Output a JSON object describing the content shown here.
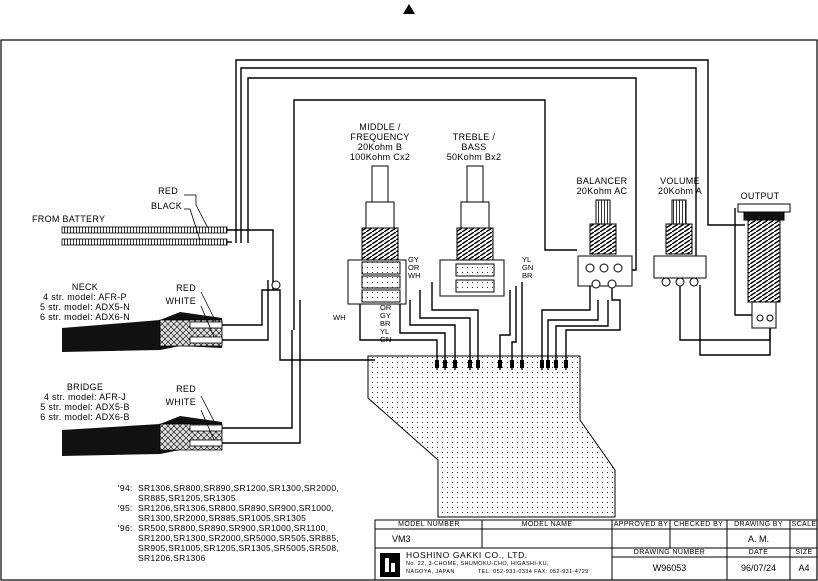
{
  "pots": {
    "middle": {
      "line1": "MIDDLE /",
      "line2": "FREQUENCY",
      "line3": "20Kohm B",
      "line4": "100Kohm Cx2"
    },
    "treble": {
      "line1": "TREBLE /",
      "line2": "BASS",
      "line3": "50Kohm Bx2"
    },
    "balancer": {
      "line1": "BALANCER",
      "line2": "20Kohm AC"
    },
    "volume": {
      "line1": "VOLUME",
      "line2": "20Kohm A"
    },
    "output": "OUTPUT"
  },
  "battery": {
    "red": "RED",
    "black": "BLACK",
    "label": "FROM BATTERY"
  },
  "neck": {
    "title": "NECK",
    "m4": "4 str. model: AFR-P",
    "m5": "5 str. model: ADX5-N",
    "m6": "6 str. model: ADX6-N",
    "red": "RED",
    "white": "WHITE"
  },
  "bridge": {
    "title": "BRIDGE",
    "m4": "4 str. model: AFR-J",
    "m5": "5 str. model: ADX5-B",
    "m6": "6 str. model: ADX6-B",
    "red": "RED",
    "white": "WHITE"
  },
  "wires": {
    "mid_left": [
      "GY",
      "OR",
      "WH"
    ],
    "treble_right": [
      "YL",
      "GN",
      "BR"
    ],
    "mid_bottom": [
      "OR",
      "GY",
      "BR",
      "YL",
      "GN"
    ],
    "wh": "WH"
  },
  "models": [
    {
      "year": "'94:",
      "list": "SR1306,SR800,SR890,SR1200,SR1300,SR2000,"
    },
    {
      "year": "",
      "list": "SR885,SR1205,SR1305"
    },
    {
      "year": "'95:",
      "list": "SR1206,SR1306,SR800,SR890,SR900,SR1000,"
    },
    {
      "year": "",
      "list": "SR1300,SR2000,SR885,SR1005,SR1305"
    },
    {
      "year": "'96:",
      "list": "SR500,SR800,SR890,SR900,SR1000,SR1100,"
    },
    {
      "year": "",
      "list": "SR1200,SR1300,SR2000,SR5000,SR505,SR885,"
    },
    {
      "year": "",
      "list": "SR905,SR1005,SR1205,SR1305,SR5005,SR508,"
    },
    {
      "year": "",
      "list": "SR1206,SR1306"
    }
  ],
  "title_block": {
    "h_model_number": "MODEL NUMBER",
    "h_model_name": "MODEL NAME",
    "h_approved": "APPROVED BY",
    "h_checked": "CHECKED BY",
    "h_drawing_by": "DRAWING BY",
    "h_scale": "SCALE",
    "model_number": "VM3",
    "drawing_by": "A. M.",
    "company": "HOSHINO GAKKI CO., LTD.",
    "address1": "No. 22, 3-CHOME, SHUMOKU-CHO, HIGASHI-KU,",
    "address2": "NAGOYA, JAPAN",
    "phone": "TEL: 052-931-0334  FAX: 052-931-4729",
    "h_drawing_number": "DRAWING NUMBER",
    "h_date": "DATE",
    "h_size": "SIZE",
    "drawing_number": "W96053",
    "date": "96/07/24",
    "size": "A4"
  },
  "colors": {
    "line": "#000000",
    "board": "#f2f2f2"
  }
}
